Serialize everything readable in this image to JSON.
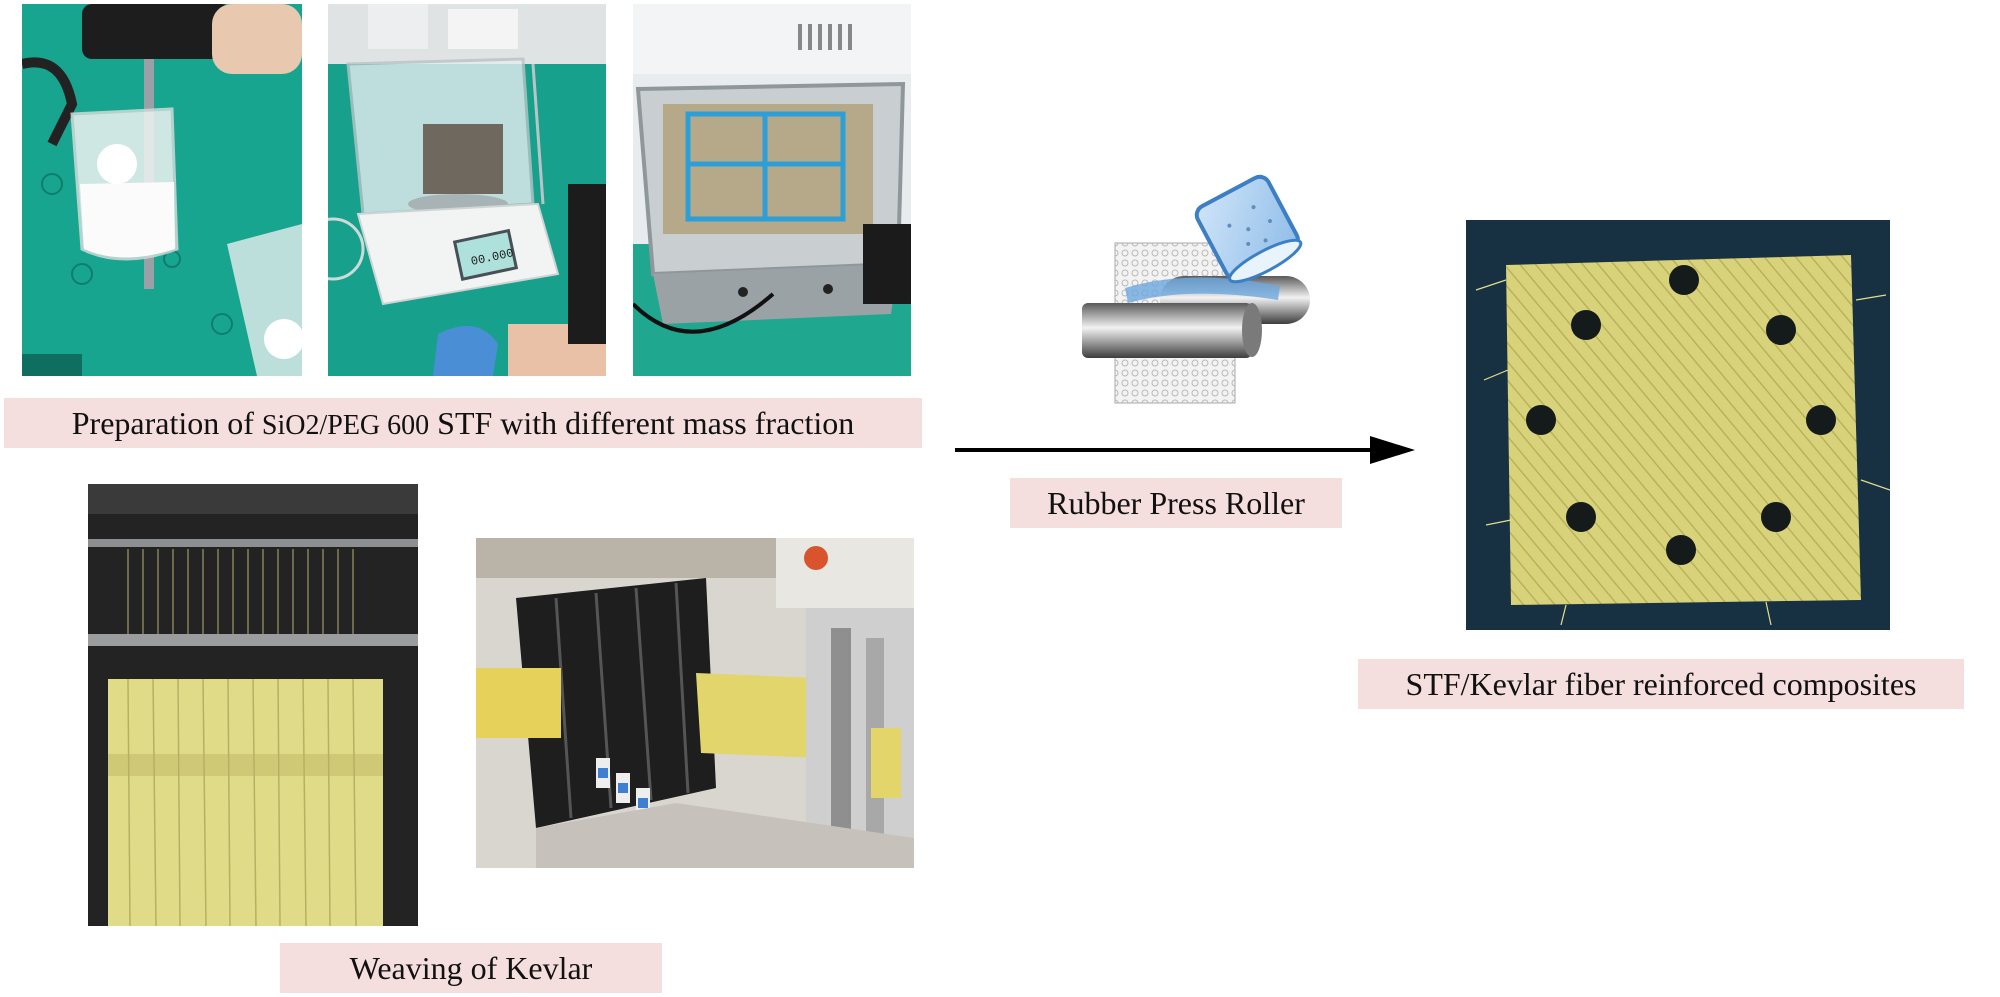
{
  "labels": {
    "prep_prefix": "Preparation of ",
    "prep_chem1": "SiO2/PEG 600",
    "prep_suffix": " STF with different mass fraction",
    "weaving": "Weaving of Kevlar",
    "roller": "Rubber Press Roller",
    "composite": "STF/Kevlar fiber reinforced composites"
  },
  "balance_display": "00.000",
  "composite_holes": 8,
  "colors": {
    "label_bg": "#f4dede",
    "lab_bench": "#19a08d",
    "kevlar": "#d8d27a",
    "kevlar_dark": "#b9b25a",
    "machine_dark": "#1c1c1c",
    "arrow": "#000000",
    "dark_backdrop": "#173143",
    "glove_blue": "#4a8fd6"
  },
  "icons": {
    "process_arrow": "right-arrow-icon",
    "roller": "press-roller-icon"
  }
}
